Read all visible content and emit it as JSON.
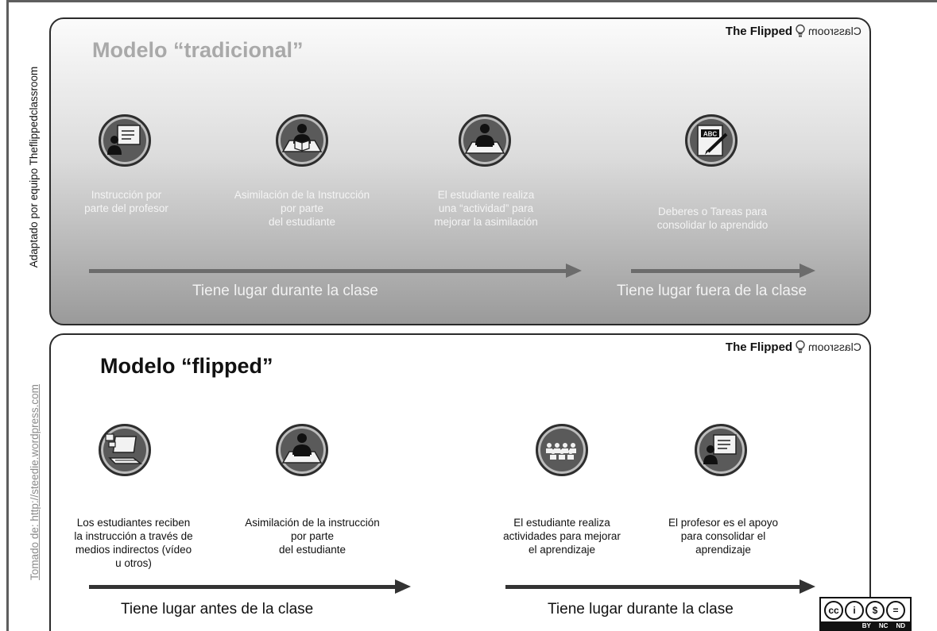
{
  "side": {
    "credit": "Adaptado por equipo Theflippedclassroom",
    "source": "Tomado de: http://steedie.wordpress.com"
  },
  "brand": {
    "text": "The Flipped",
    "mirrored": "Classroom"
  },
  "traditional": {
    "title": "Modelo “tradicional”",
    "steps": [
      {
        "icon": "teacher-board-icon",
        "text": "Instrucción por\nparte del profesor"
      },
      {
        "icon": "student-reading-icon",
        "text": "Asimilación de la Instrucción\npor parte\ndel estudiante"
      },
      {
        "icon": "student-desk-icon",
        "text": "El estudiante realiza\nuna “actividad” para\nmejorar la asimilación"
      },
      {
        "icon": "homework-abc-icon",
        "text": "Deberes o Tareas para\nconsolidar lo aprendido"
      }
    ],
    "phase_in": "Tiene lugar durante la clase",
    "phase_out": "Tiene lugar fuera de la clase"
  },
  "flipped": {
    "title": "Modelo “flipped”",
    "steps": [
      {
        "icon": "laptop-video-icon",
        "text": "Los estudiantes reciben\nla instrucción a través de\nmedios indirectos (vídeo\nu otros)"
      },
      {
        "icon": "student-desk-icon",
        "text": "Asimilación de la instrucción\npor parte\ndel estudiante"
      },
      {
        "icon": "group-students-icon",
        "text": "El estudiante realiza\nactividades  para mejorar\nel aprendizaje"
      },
      {
        "icon": "teacher-board-icon",
        "text": "El profesor es el apoyo\npara consolidar el\naprendizaje"
      }
    ],
    "phase_before": "Tiene lugar antes de la clase",
    "phase_during": "Tiene lugar durante la clase"
  },
  "license": {
    "symbols": [
      "cc",
      "i",
      "$",
      "="
    ],
    "labels": [
      "BY",
      "NC",
      "ND"
    ]
  }
}
